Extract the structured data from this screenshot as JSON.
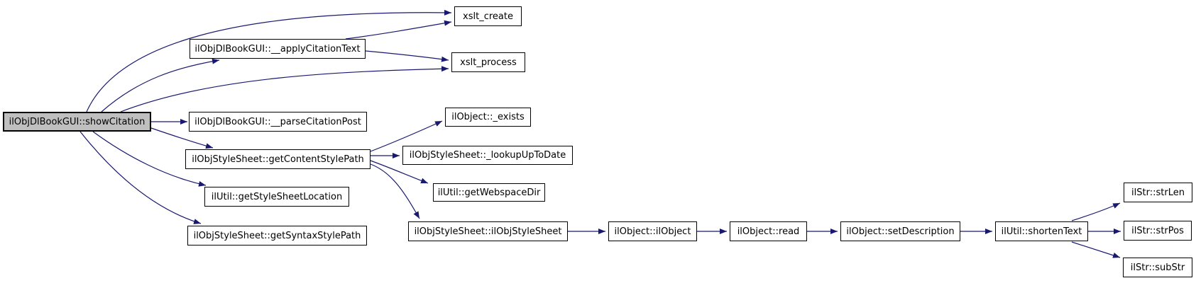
{
  "diagram": {
    "type": "call-graph",
    "root": "ilObjDlBookGUI::showCitation",
    "colors": {
      "edge": "#191970",
      "node_border": "#000000",
      "node_fill": "#ffffff",
      "root_fill": "#bfbfbf",
      "text": "#000000",
      "background": "#ffffff"
    },
    "nodes": [
      {
        "id": "showCitation",
        "label": "ilObjDlBookGUI::showCitation"
      },
      {
        "id": "applyCitationText",
        "label": "ilObjDlBookGUI::__applyCitationText"
      },
      {
        "id": "xsltCreate",
        "label": "xslt_create"
      },
      {
        "id": "xsltProcess",
        "label": "xslt_process"
      },
      {
        "id": "parseCitationPost",
        "label": "ilObjDlBookGUI::__parseCitationPost"
      },
      {
        "id": "exists",
        "label": "ilObject::_exists"
      },
      {
        "id": "getContentStylePath",
        "label": "ilObjStyleSheet::getContentStylePath"
      },
      {
        "id": "lookupUpToDate",
        "label": "ilObjStyleSheet::_lookupUpToDate"
      },
      {
        "id": "getStyleSheetLocation",
        "label": "ilUtil::getStyleSheetLocation"
      },
      {
        "id": "getWebspaceDir",
        "label": "ilUtil::getWebspaceDir"
      },
      {
        "id": "getSyntaxStylePath",
        "label": "ilObjStyleSheet::getSyntaxStylePath"
      },
      {
        "id": "ilObjStyleSheetCtor",
        "label": "ilObjStyleSheet::ilObjStyleSheet"
      },
      {
        "id": "ilObjectCtor",
        "label": "ilObject::ilObject"
      },
      {
        "id": "read",
        "label": "ilObject::read"
      },
      {
        "id": "setDescription",
        "label": "ilObject::setDescription"
      },
      {
        "id": "shortenText",
        "label": "ilUtil::shortenText"
      },
      {
        "id": "strLen",
        "label": "ilStr::strLen"
      },
      {
        "id": "strPos",
        "label": "ilStr::strPos"
      },
      {
        "id": "subStr",
        "label": "ilStr::subStr"
      }
    ],
    "edges": [
      {
        "from": "showCitation",
        "to": "xsltCreate"
      },
      {
        "from": "showCitation",
        "to": "applyCitationText"
      },
      {
        "from": "showCitation",
        "to": "xsltProcess"
      },
      {
        "from": "showCitation",
        "to": "parseCitationPost"
      },
      {
        "from": "showCitation",
        "to": "getContentStylePath"
      },
      {
        "from": "showCitation",
        "to": "getStyleSheetLocation"
      },
      {
        "from": "showCitation",
        "to": "getSyntaxStylePath"
      },
      {
        "from": "applyCitationText",
        "to": "xsltCreate"
      },
      {
        "from": "applyCitationText",
        "to": "xsltProcess"
      },
      {
        "from": "getContentStylePath",
        "to": "exists"
      },
      {
        "from": "getContentStylePath",
        "to": "lookupUpToDate"
      },
      {
        "from": "getContentStylePath",
        "to": "getWebspaceDir"
      },
      {
        "from": "getContentStylePath",
        "to": "ilObjStyleSheetCtor"
      },
      {
        "from": "ilObjStyleSheetCtor",
        "to": "ilObjectCtor"
      },
      {
        "from": "ilObjectCtor",
        "to": "read"
      },
      {
        "from": "read",
        "to": "setDescription"
      },
      {
        "from": "setDescription",
        "to": "shortenText"
      },
      {
        "from": "shortenText",
        "to": "strLen"
      },
      {
        "from": "shortenText",
        "to": "strPos"
      },
      {
        "from": "shortenText",
        "to": "subStr"
      }
    ]
  }
}
